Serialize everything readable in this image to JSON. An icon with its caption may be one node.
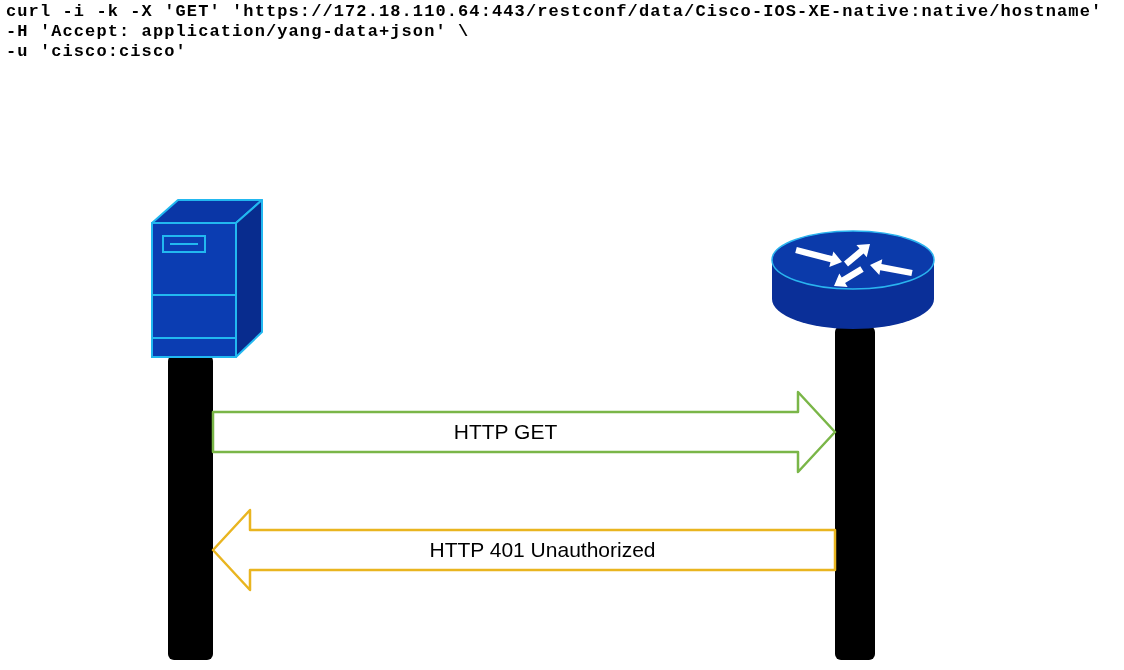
{
  "diagram": {
    "nodes": [
      {
        "text": [],
        "shape": "picture"
      },
      {
        "text": [],
        "shape": "picture"
      },
      {
        "text": [],
        "shape": "bar"
      },
      {
        "text": [],
        "shape": "bar"
      }
    ],
    "edges": [
      {
        "from": 2,
        "to": 3,
        "arrow": "to",
        "label": "HTTP GET",
        "color": "#7ab648"
      },
      {
        "from": 3,
        "to": 2,
        "arrow": "to",
        "label": "HTTP 401 Unauthorized",
        "color": "#e9b520"
      }
    ],
    "labels": [
      "curl -i -k -X 'GET' 'https://172.18.110.64:443/restconf/data/Cisco-IOS-XE-native:native/hostname'",
      "-H 'Accept: application/yang-data+json' \\",
      "-u 'cisco:cisco'"
    ]
  }
}
